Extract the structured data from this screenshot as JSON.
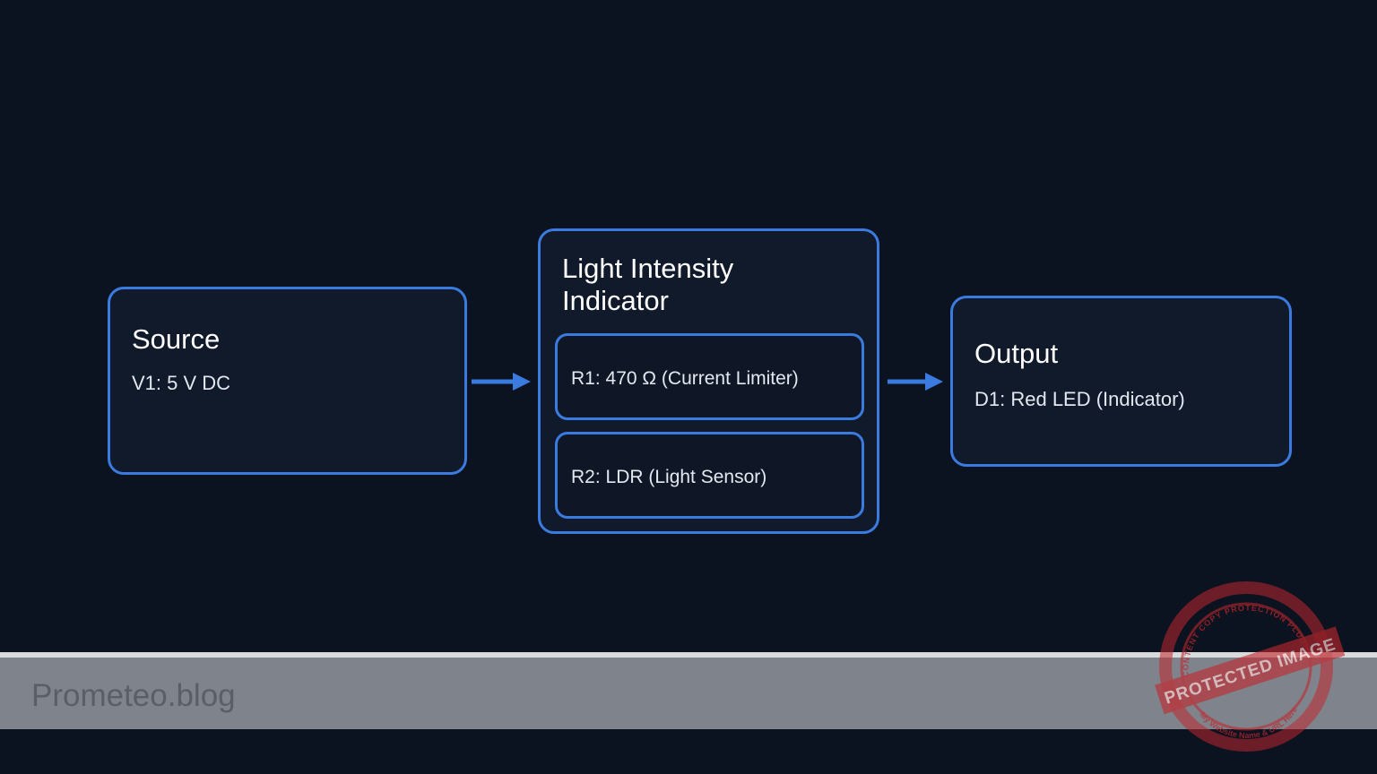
{
  "source": {
    "title": "Source",
    "item": "V1: 5 V DC"
  },
  "processor": {
    "title_line1": "Light Intensity",
    "title_line2": "Indicator",
    "items": [
      "R1: 470 Ω (Current Limiter)",
      "R2: LDR (Light Sensor)"
    ]
  },
  "output": {
    "title": "Output",
    "item": "D1: Red LED (Indicator)"
  },
  "footer": {
    "site": "Prometeo.blog"
  },
  "watermark": {
    "label": "PROTECTED IMAGE",
    "ring_top": "CONTENT COPY PROTECTION PLUGIN",
    "ring_bottom": "My Website Name & URL Here"
  },
  "colors": {
    "background": "#0b1220",
    "block_border": "#3b7be0",
    "arrow": "#3b7be0",
    "stamp": "#c1272d"
  }
}
